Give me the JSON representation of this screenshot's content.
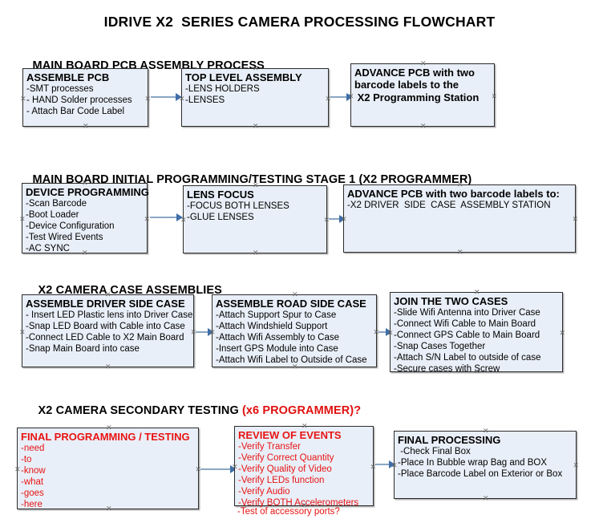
{
  "document": {
    "title": "IDRIVE X2  SERIES CAMERA PROCESSING FLOWCHART"
  },
  "colors": {
    "box_fill": "#e9eff8",
    "box_border": "#2b2b2b",
    "connector": "#8aa6c4",
    "arrowhead": "#3f6ea8",
    "accent_red": "#e81414",
    "text": "#000000"
  },
  "sections": [
    {
      "id": "main-board-pcb-assembly-process",
      "heading": "MAIN BOARD PCB ASSEMBLY PROCESS",
      "heading_suffix": "",
      "boxes": [
        {
          "id": "assemble-pcb",
          "head": "ASSEMBLE PCB",
          "lines": [
            "-SMT processes",
            "- HAND Solder processes",
            "- Attach Bar Code Label"
          ]
        },
        {
          "id": "top-level-assembly",
          "head": "TOP LEVEL ASSEMBLY",
          "lines": [
            "-LENS HOLDERS",
            "-LENSES"
          ]
        },
        {
          "id": "advance-pcb-to-programming-station",
          "head": "ADVANCE PCB with two",
          "lines": [
            "barcode labels to the",
            " X2 Programming Station"
          ]
        }
      ]
    },
    {
      "id": "main-board-initial-programming-testing-stage-1",
      "heading": "MAIN BOARD INITIAL PROGRAMMING/TESTING STAGE 1 (X2 PROGRAMMER)",
      "heading_suffix": "",
      "boxes": [
        {
          "id": "device-programming",
          "head": "DEVICE PROGRAMMING",
          "lines": [
            "-Scan Barcode",
            "-Boot Loader",
            "-Device Configuration",
            "-Test Wired Events",
            "-AC SYNC"
          ]
        },
        {
          "id": "lens-focus",
          "head": "LENS FOCUS",
          "lines": [
            "-FOCUS BOTH LENSES",
            "-GLUE LENSES"
          ]
        },
        {
          "id": "advance-pcb-to-driver-side-case-assembly",
          "head": "ADVANCE PCB with two barcode labels to:",
          "lines": [
            "-X2 DRIVER  SIDE  CASE  ASSEMBLY STATION"
          ]
        }
      ]
    },
    {
      "id": "x2-camera-case-assemblies",
      "heading": "X2 CAMERA CASE ASSEMBLIES",
      "heading_suffix": "",
      "boxes": [
        {
          "id": "assemble-driver-side-case",
          "head": "ASSEMBLE DRIVER SIDE CASE",
          "lines": [
            "- Insert LED Plastic lens into Driver Case",
            "-Snap LED Board with Cable into Case",
            "-Connect LED Cable to X2 Main Board",
            "-Snap Main Board into case"
          ]
        },
        {
          "id": "assemble-road-side-case",
          "head": "ASSEMBLE ROAD SIDE CASE",
          "lines": [
            "-Attach Support Spur to Case",
            "-Attach Windshield Support",
            "-Attach Wifi Assembly to Case",
            "-Insert GPS Module into Case",
            "-Attach Wifi Label to Outside of Case"
          ]
        },
        {
          "id": "join-the-two-cases",
          "head": "JOIN THE TWO CASES",
          "lines": [
            "-Slide Wifi Antenna into Driver Case",
            "-Connect Wifi Cable to Main Board",
            "-Connect GPS Cable to Main Board",
            "-Snap Cases Together",
            "-Attach S/N Label to outside of case",
            "-Secure cases with Screw"
          ]
        }
      ]
    },
    {
      "id": "x2-camera-secondary-testing",
      "heading": "X2 CAMERA SECONDARY TESTING ",
      "heading_suffix": "(x6 PROGRAMMER)?",
      "boxes": [
        {
          "id": "final-programming-testing",
          "head": "FINAL PROGRAMMING / TESTING",
          "lines": [
            "-need",
            "-to",
            "-know",
            "-what",
            "-goes",
            "-here"
          ]
        },
        {
          "id": "review-of-events",
          "head": "REVIEW OF EVENTS",
          "lines": [
            "-Verify Transfer",
            "-Verify Correct Quantity",
            "-Verify Quality of Video",
            "-Verify LEDs function",
            "-Verify Audio",
            "-Verify BOTH Accelerometers"
          ],
          "overflow_line": "-Test of accessory ports?"
        },
        {
          "id": "final-processing",
          "head": "FINAL PROCESSING",
          "lines": [
            " -Check Final Box",
            "-Place In Bubble wrap Bag and BOX",
            "-Place Barcode Label on Exterior or Box"
          ]
        }
      ]
    }
  ]
}
